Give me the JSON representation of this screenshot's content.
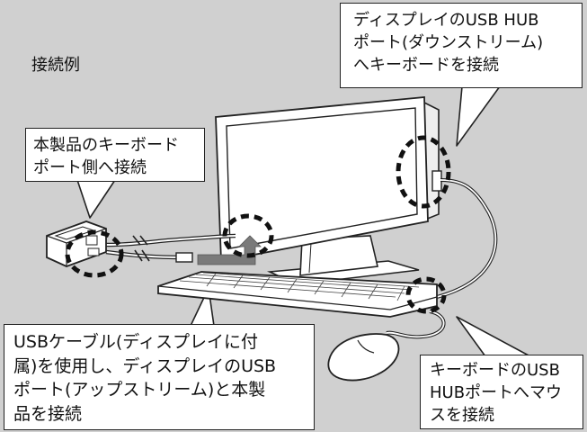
{
  "title": "接続例",
  "callouts": {
    "keyboard_port": {
      "lines": [
        "本製品のキーボード",
        "ポート側へ接続"
      ]
    },
    "usb_hub": {
      "lines": [
        "ディスプレイのUSB HUB",
        "ポート(ダウンストリーム)",
        "へキーボードを接続"
      ]
    },
    "usb_cable": {
      "lines": [
        "USBケーブル(ディスプレイに付",
        "属)を使用し、ディスプレイのUSB",
        "ポート(アップストリーム)と本製",
        "品を接続"
      ]
    },
    "mouse": {
      "lines": [
        "キーボードのUSB",
        "HUBポートへマウ",
        "スを接続"
      ]
    }
  },
  "colors": {
    "background": "#d0d0d0",
    "device_fill": "#ffffff",
    "outline": "#222222",
    "dashed_marker": "#111111",
    "arrow": "#7a7a7a"
  }
}
